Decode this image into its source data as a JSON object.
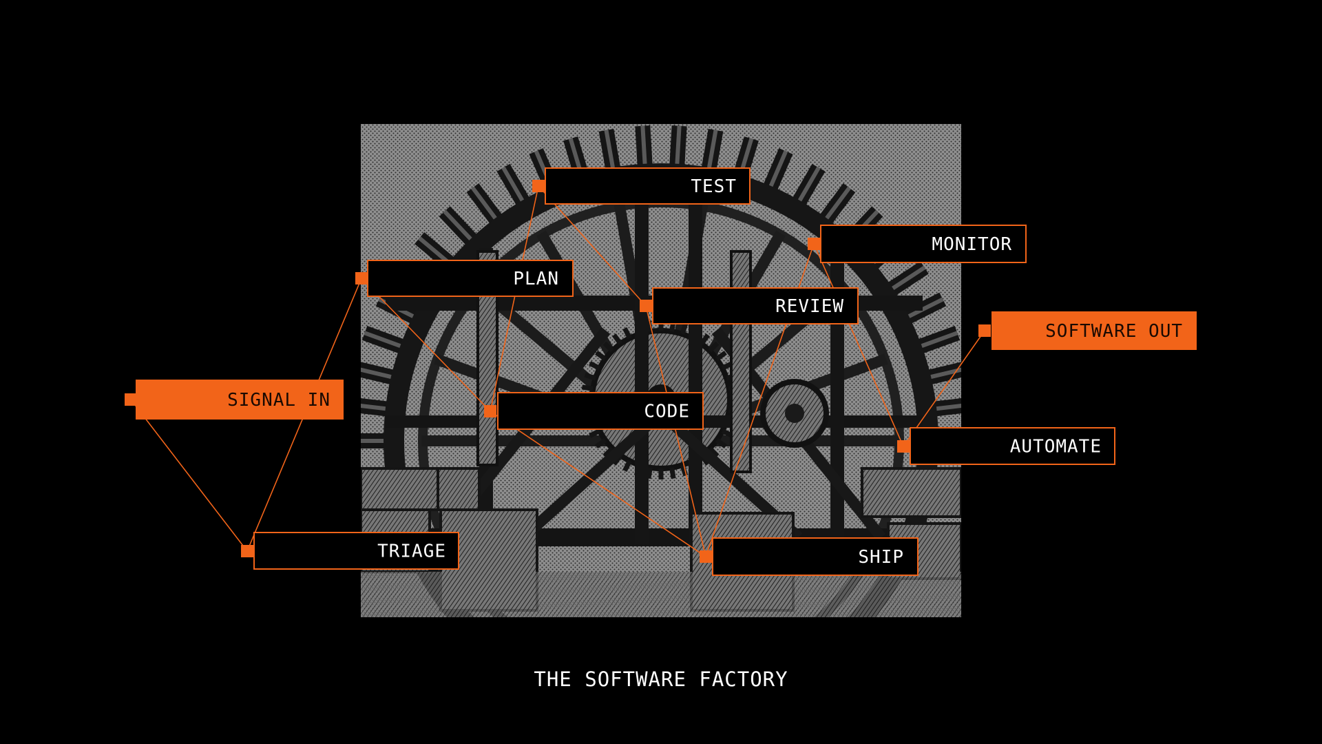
{
  "caption": "THE SOFTWARE FACTORY",
  "colors": {
    "accent": "#f26419",
    "background": "#000000",
    "node_fill": "#000000",
    "node_text": "#ffffff",
    "io_text": "#1a0a02"
  },
  "illustration": {
    "subject": "water-wheel-mill-engraving"
  },
  "nodes": [
    {
      "id": "signal-in",
      "label": "SIGNAL IN",
      "kind": "io"
    },
    {
      "id": "plan",
      "label": "PLAN",
      "kind": "stage"
    },
    {
      "id": "test",
      "label": "TEST",
      "kind": "stage"
    },
    {
      "id": "review",
      "label": "REVIEW",
      "kind": "stage"
    },
    {
      "id": "monitor",
      "label": "MONITOR",
      "kind": "stage"
    },
    {
      "id": "code",
      "label": "CODE",
      "kind": "stage"
    },
    {
      "id": "triage",
      "label": "TRIAGE",
      "kind": "stage"
    },
    {
      "id": "ship",
      "label": "SHIP",
      "kind": "stage"
    },
    {
      "id": "automate",
      "label": "AUTOMATE",
      "kind": "stage"
    },
    {
      "id": "software-out",
      "label": "SOFTWARE OUT",
      "kind": "io"
    }
  ],
  "edges": [
    {
      "from": "signal-in",
      "to": "triage"
    },
    {
      "from": "triage",
      "to": "plan"
    },
    {
      "from": "plan",
      "to": "code"
    },
    {
      "from": "code",
      "to": "test"
    },
    {
      "from": "test",
      "to": "review"
    },
    {
      "from": "review",
      "to": "ship"
    },
    {
      "from": "code",
      "to": "ship"
    },
    {
      "from": "ship",
      "to": "monitor"
    },
    {
      "from": "monitor",
      "to": "automate"
    },
    {
      "from": "automate",
      "to": "software-out"
    }
  ]
}
